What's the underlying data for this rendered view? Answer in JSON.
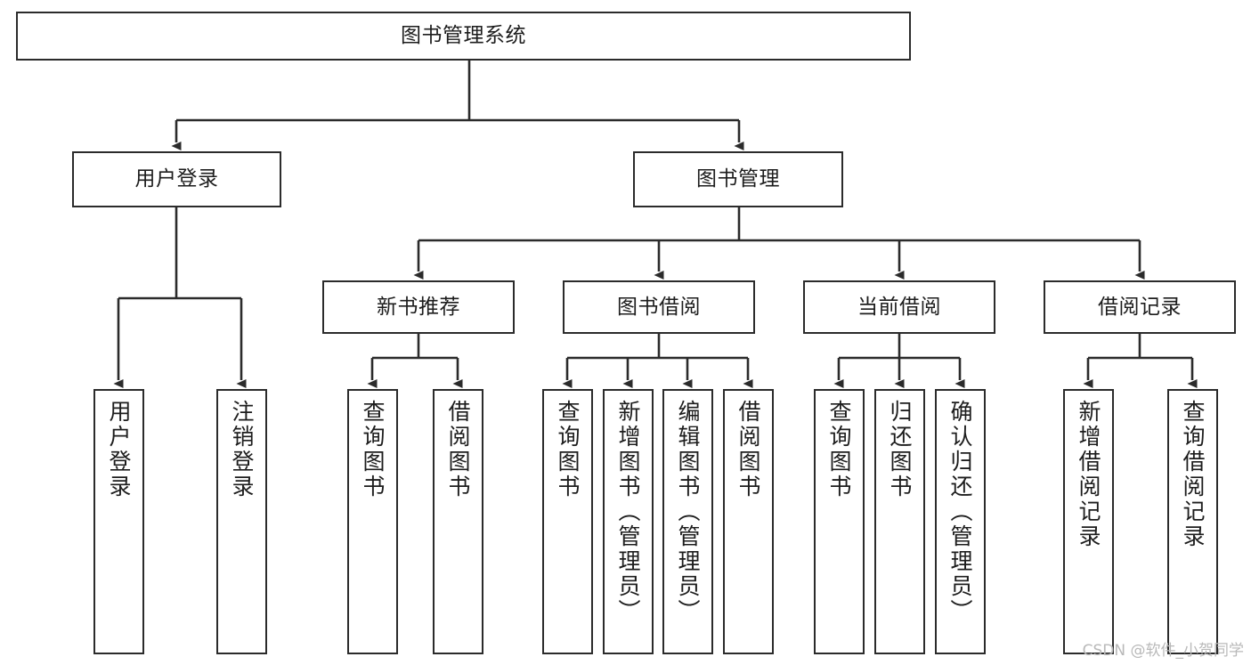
{
  "diagram": {
    "type": "tree-structure-chart",
    "title": "图书管理系统",
    "orientation": "top-down",
    "colors": {
      "background": "#ffffff",
      "node_border": "#2b2b2b",
      "node_fill": "#ffffff",
      "connector": "#2b2b2b",
      "text": "#1d1d1d",
      "watermark": "#b9b9b9"
    }
  },
  "root": {
    "label": "图书管理系统"
  },
  "level2": [
    {
      "label": "用户登录"
    },
    {
      "label": "图书管理"
    }
  ],
  "level3": [
    {
      "label": "新书推荐"
    },
    {
      "label": "图书借阅"
    },
    {
      "label": "当前借阅"
    },
    {
      "label": "借阅记录"
    }
  ],
  "leaves": {
    "user_login": [
      {
        "label": "用户登录"
      },
      {
        "label": "注销登录"
      }
    ],
    "new_book_recommend": [
      {
        "label": "查询图书"
      },
      {
        "label": "借阅图书"
      }
    ],
    "book_borrow": [
      {
        "label": "查询图书"
      },
      {
        "label": "新增图书（管理员）"
      },
      {
        "label": "编辑图书（管理员）"
      },
      {
        "label": "借阅图书"
      }
    ],
    "current_borrow": [
      {
        "label": "查询图书"
      },
      {
        "label": "归还图书"
      },
      {
        "label": "确认归还（管理员）"
      }
    ],
    "borrow_records": [
      {
        "label": "新增借阅记录"
      },
      {
        "label": "查询借阅记录"
      }
    ]
  },
  "watermark": {
    "text": "CSDN @软件_小贺同学"
  }
}
